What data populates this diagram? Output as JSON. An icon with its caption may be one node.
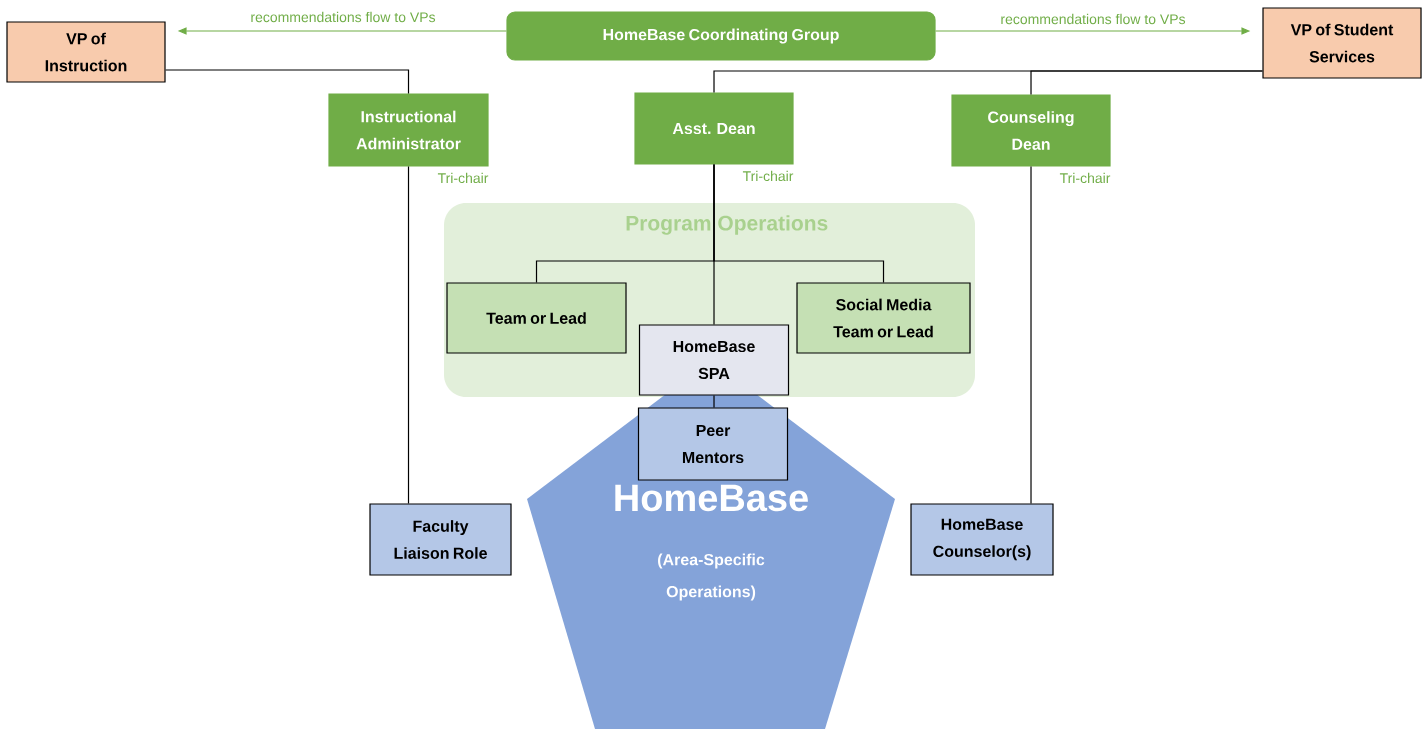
{
  "diagram": {
    "nodes": [
      {
        "text": [
          "HomeBase Coordinating Group"
        ]
      },
      {
        "text": [
          "VP of Instruction"
        ]
      },
      {
        "text": [
          "VP of Student Services"
        ]
      },
      {
        "text": [
          "Instructional Administrator"
        ],
        "beside": [
          "Tri-chair"
        ]
      },
      {
        "text": [
          "Asst. Dean"
        ],
        "beside": [
          "Tri-chair"
        ]
      },
      {
        "text": [
          "Counseling Dean"
        ],
        "beside": [
          "Tri-chair"
        ]
      },
      {
        "text": [
          "Program Operations"
        ]
      },
      {
        "text": [
          "Team or Lead"
        ],
        "in": 6
      },
      {
        "text": [
          "Social Media Team or Lead"
        ],
        "in": 6
      },
      {
        "text": [
          "HomeBase SPA"
        ],
        "in": 6
      },
      {
        "text": [
          "HomeBase",
          "(Area-Specific Operations)"
        ]
      },
      {
        "text": [
          "Peer Mentors"
        ],
        "in": 10
      },
      {
        "text": [
          "Faculty Liaison Role"
        ]
      },
      {
        "text": [
          "HomeBase Counselor(s)"
        ]
      }
    ],
    "edges": [
      {
        "from": 0,
        "to": 1,
        "arrow": "to",
        "label": "recommendations flow to VPs",
        "color": "#70ad47"
      },
      {
        "from": 0,
        "to": 2,
        "arrow": "to",
        "label": "recommendations flow to VPs",
        "color": "#70ad47"
      },
      {
        "from": 1,
        "to": 3,
        "arrow": "none"
      },
      {
        "from": 2,
        "to": 4,
        "arrow": "none"
      },
      {
        "from": 2,
        "to": 5,
        "arrow": "none"
      },
      {
        "from": 4,
        "to": 7,
        "arrow": "none"
      },
      {
        "from": 4,
        "to": 8,
        "arrow": "none"
      },
      {
        "from": 4,
        "to": 9,
        "arrow": "none"
      },
      {
        "from": 9,
        "to": 11,
        "arrow": "none"
      },
      {
        "from": 3,
        "to": 12,
        "arrow": "none"
      },
      {
        "from": 5,
        "to": 13,
        "arrow": "none"
      }
    ]
  }
}
